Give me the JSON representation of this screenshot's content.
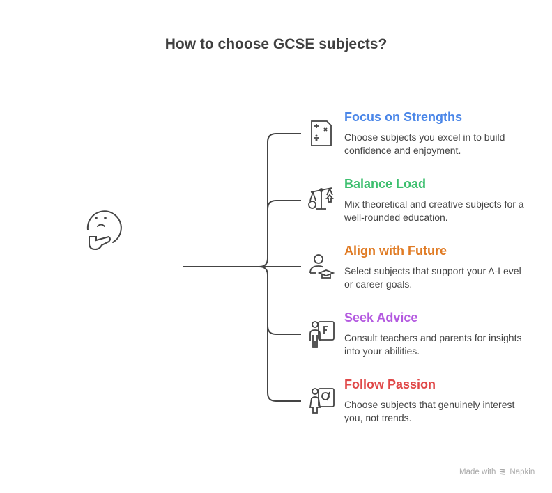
{
  "title": "How to choose GCSE subjects?",
  "central_icon": "thinking-face-icon",
  "items": [
    {
      "title": "Focus on Strengths",
      "description": "Choose subjects you excel in to build confidence and enjoyment.",
      "color": "#4a86e8",
      "icon": "math-document-icon"
    },
    {
      "title": "Balance Load",
      "description": "Mix theoretical and creative subjects for a well-rounded education.",
      "color": "#3cbf6e",
      "icon": "balance-scale-icon"
    },
    {
      "title": "Align with Future",
      "description": "Select subjects that support your A-Level or career goals.",
      "color": "#e07b24",
      "icon": "graduate-person-icon"
    },
    {
      "title": "Seek Advice",
      "description": "Consult teachers and parents for insights into your abilities.",
      "color": "#b45ae0",
      "icon": "teacher-board-icon"
    },
    {
      "title": "Follow Passion",
      "description": "Choose subjects that genuinely interest you, not trends.",
      "color": "#e04848",
      "icon": "artist-palette-icon"
    }
  ],
  "footer": {
    "made_with": "Made with",
    "brand": "Napkin"
  }
}
